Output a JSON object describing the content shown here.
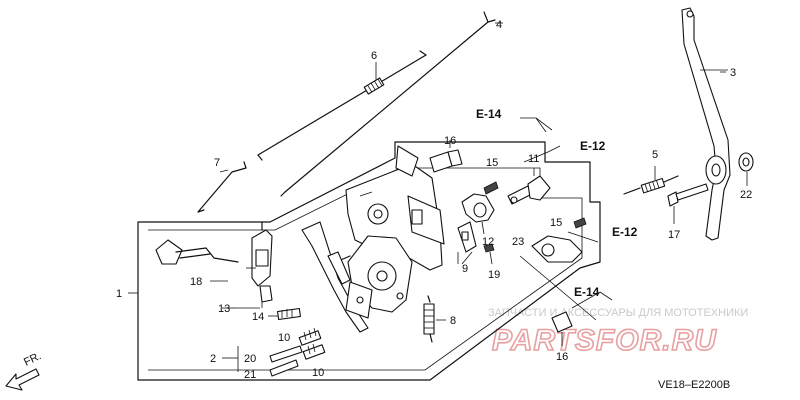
{
  "callouts": {
    "c1": "1",
    "c2": "2",
    "c3": "3",
    "c4": "4",
    "c5": "5",
    "c6": "6",
    "c7": "7",
    "c8": "8",
    "c9": "9",
    "c10a": "10",
    "c10b": "10",
    "c11": "11",
    "c12": "12",
    "c13": "13",
    "c14": "14",
    "c15a": "15",
    "c15b": "15",
    "c16a": "16",
    "c16b": "16",
    "c17": "17",
    "c18": "18",
    "c19": "19",
    "c20": "20",
    "c21": "21",
    "c22": "22",
    "c23": "23"
  },
  "refs": {
    "e14a": "E-14",
    "e12a": "E-12",
    "e12b": "E-12",
    "e14b": "E-14"
  },
  "direction_label": "FR.",
  "diagram_code": "VE18–E2200B",
  "watermark": {
    "text": "ЗАПЧАСТИ И АКСЕССУАРЫ ДЛЯ МОТОТЕХНИКИ",
    "logo": "PARTSFOR.RU"
  }
}
